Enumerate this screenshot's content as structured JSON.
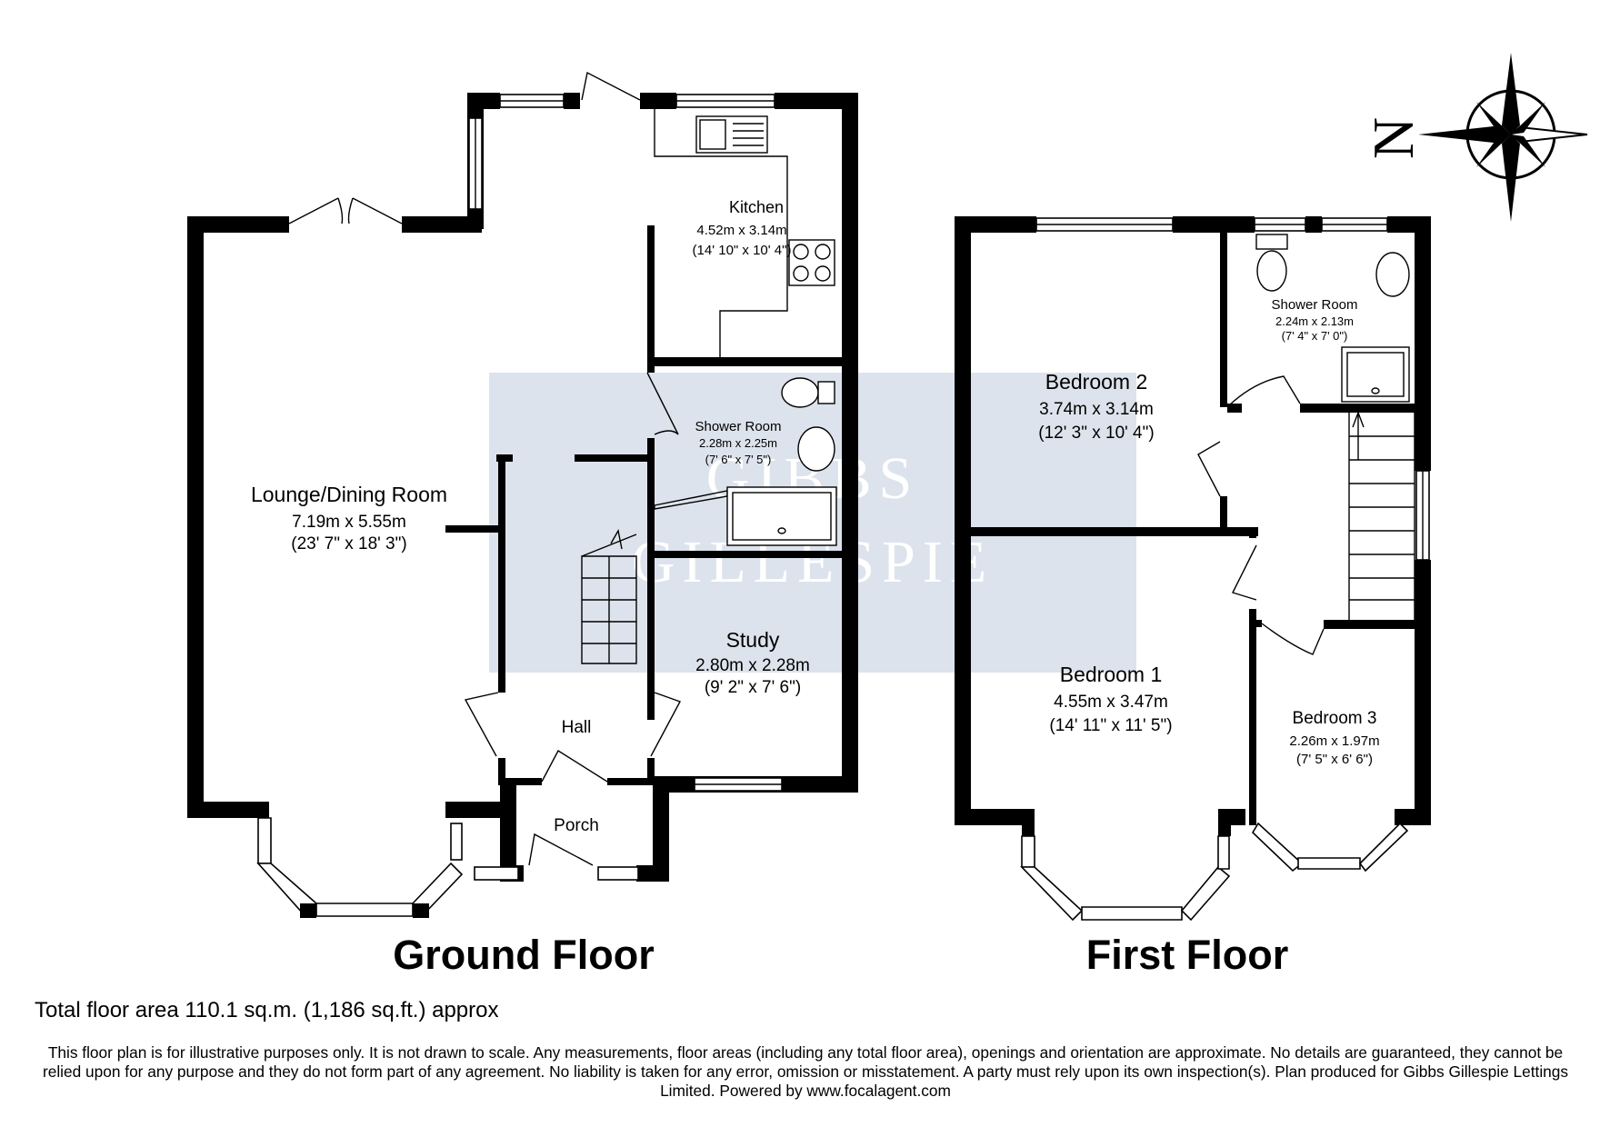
{
  "watermark": {
    "line1": "GIBBS",
    "line2": "GILLESPIE",
    "color": "#dde3ec"
  },
  "compass": {
    "north_label": "N"
  },
  "ground_floor": {
    "title": "Ground Floor",
    "rooms": [
      {
        "name": "Lounge/Dining Room",
        "dim_m": "7.19m x 5.55m",
        "dim_ft": "(23' 7\" x 18' 3\")"
      },
      {
        "name": "Kitchen",
        "dim_m": "4.52m x 3.14m",
        "dim_ft": "(14' 10\" x 10' 4\")"
      },
      {
        "name": "Shower Room",
        "dim_m": "2.28m x 2.25m",
        "dim_ft": "(7' 6\" x 7' 5\")"
      },
      {
        "name": "Study",
        "dim_m": "2.80m x 2.28m",
        "dim_ft": "(9' 2\" x 7' 6\")"
      },
      {
        "name": "Hall"
      },
      {
        "name": "Porch"
      }
    ]
  },
  "first_floor": {
    "title": "First Floor",
    "rooms": [
      {
        "name": "Bedroom 2",
        "dim_m": "3.74m x 3.14m",
        "dim_ft": "(12' 3\" x 10' 4\")"
      },
      {
        "name": "Shower Room",
        "dim_m": "2.24m x 2.13m",
        "dim_ft": "(7' 4\" x 7' 0\")"
      },
      {
        "name": "Bedroom 1",
        "dim_m": "4.55m x 3.47m",
        "dim_ft": "(14' 11\" x 11' 5\")"
      },
      {
        "name": "Bedroom 3",
        "dim_m": "2.26m x 1.97m",
        "dim_ft": "(7' 5\" x 6' 6\")"
      }
    ]
  },
  "total_area": "Total floor area 110.1 sq.m. (1,186 sq.ft.) approx",
  "disclaimer": "This floor plan is for illustrative purposes only. It is not drawn to scale. Any measurements, floor areas (including any total floor area), openings and orientation are approximate. No details are guaranteed, they cannot be relied upon for any purpose and they do not form part of any agreement. No liability is taken for any error, omission or misstatement. A party must rely upon its own inspection(s). Plan produced for Gibbs Gillespie Lettings Limited. Powered by www.focalagent.com"
}
